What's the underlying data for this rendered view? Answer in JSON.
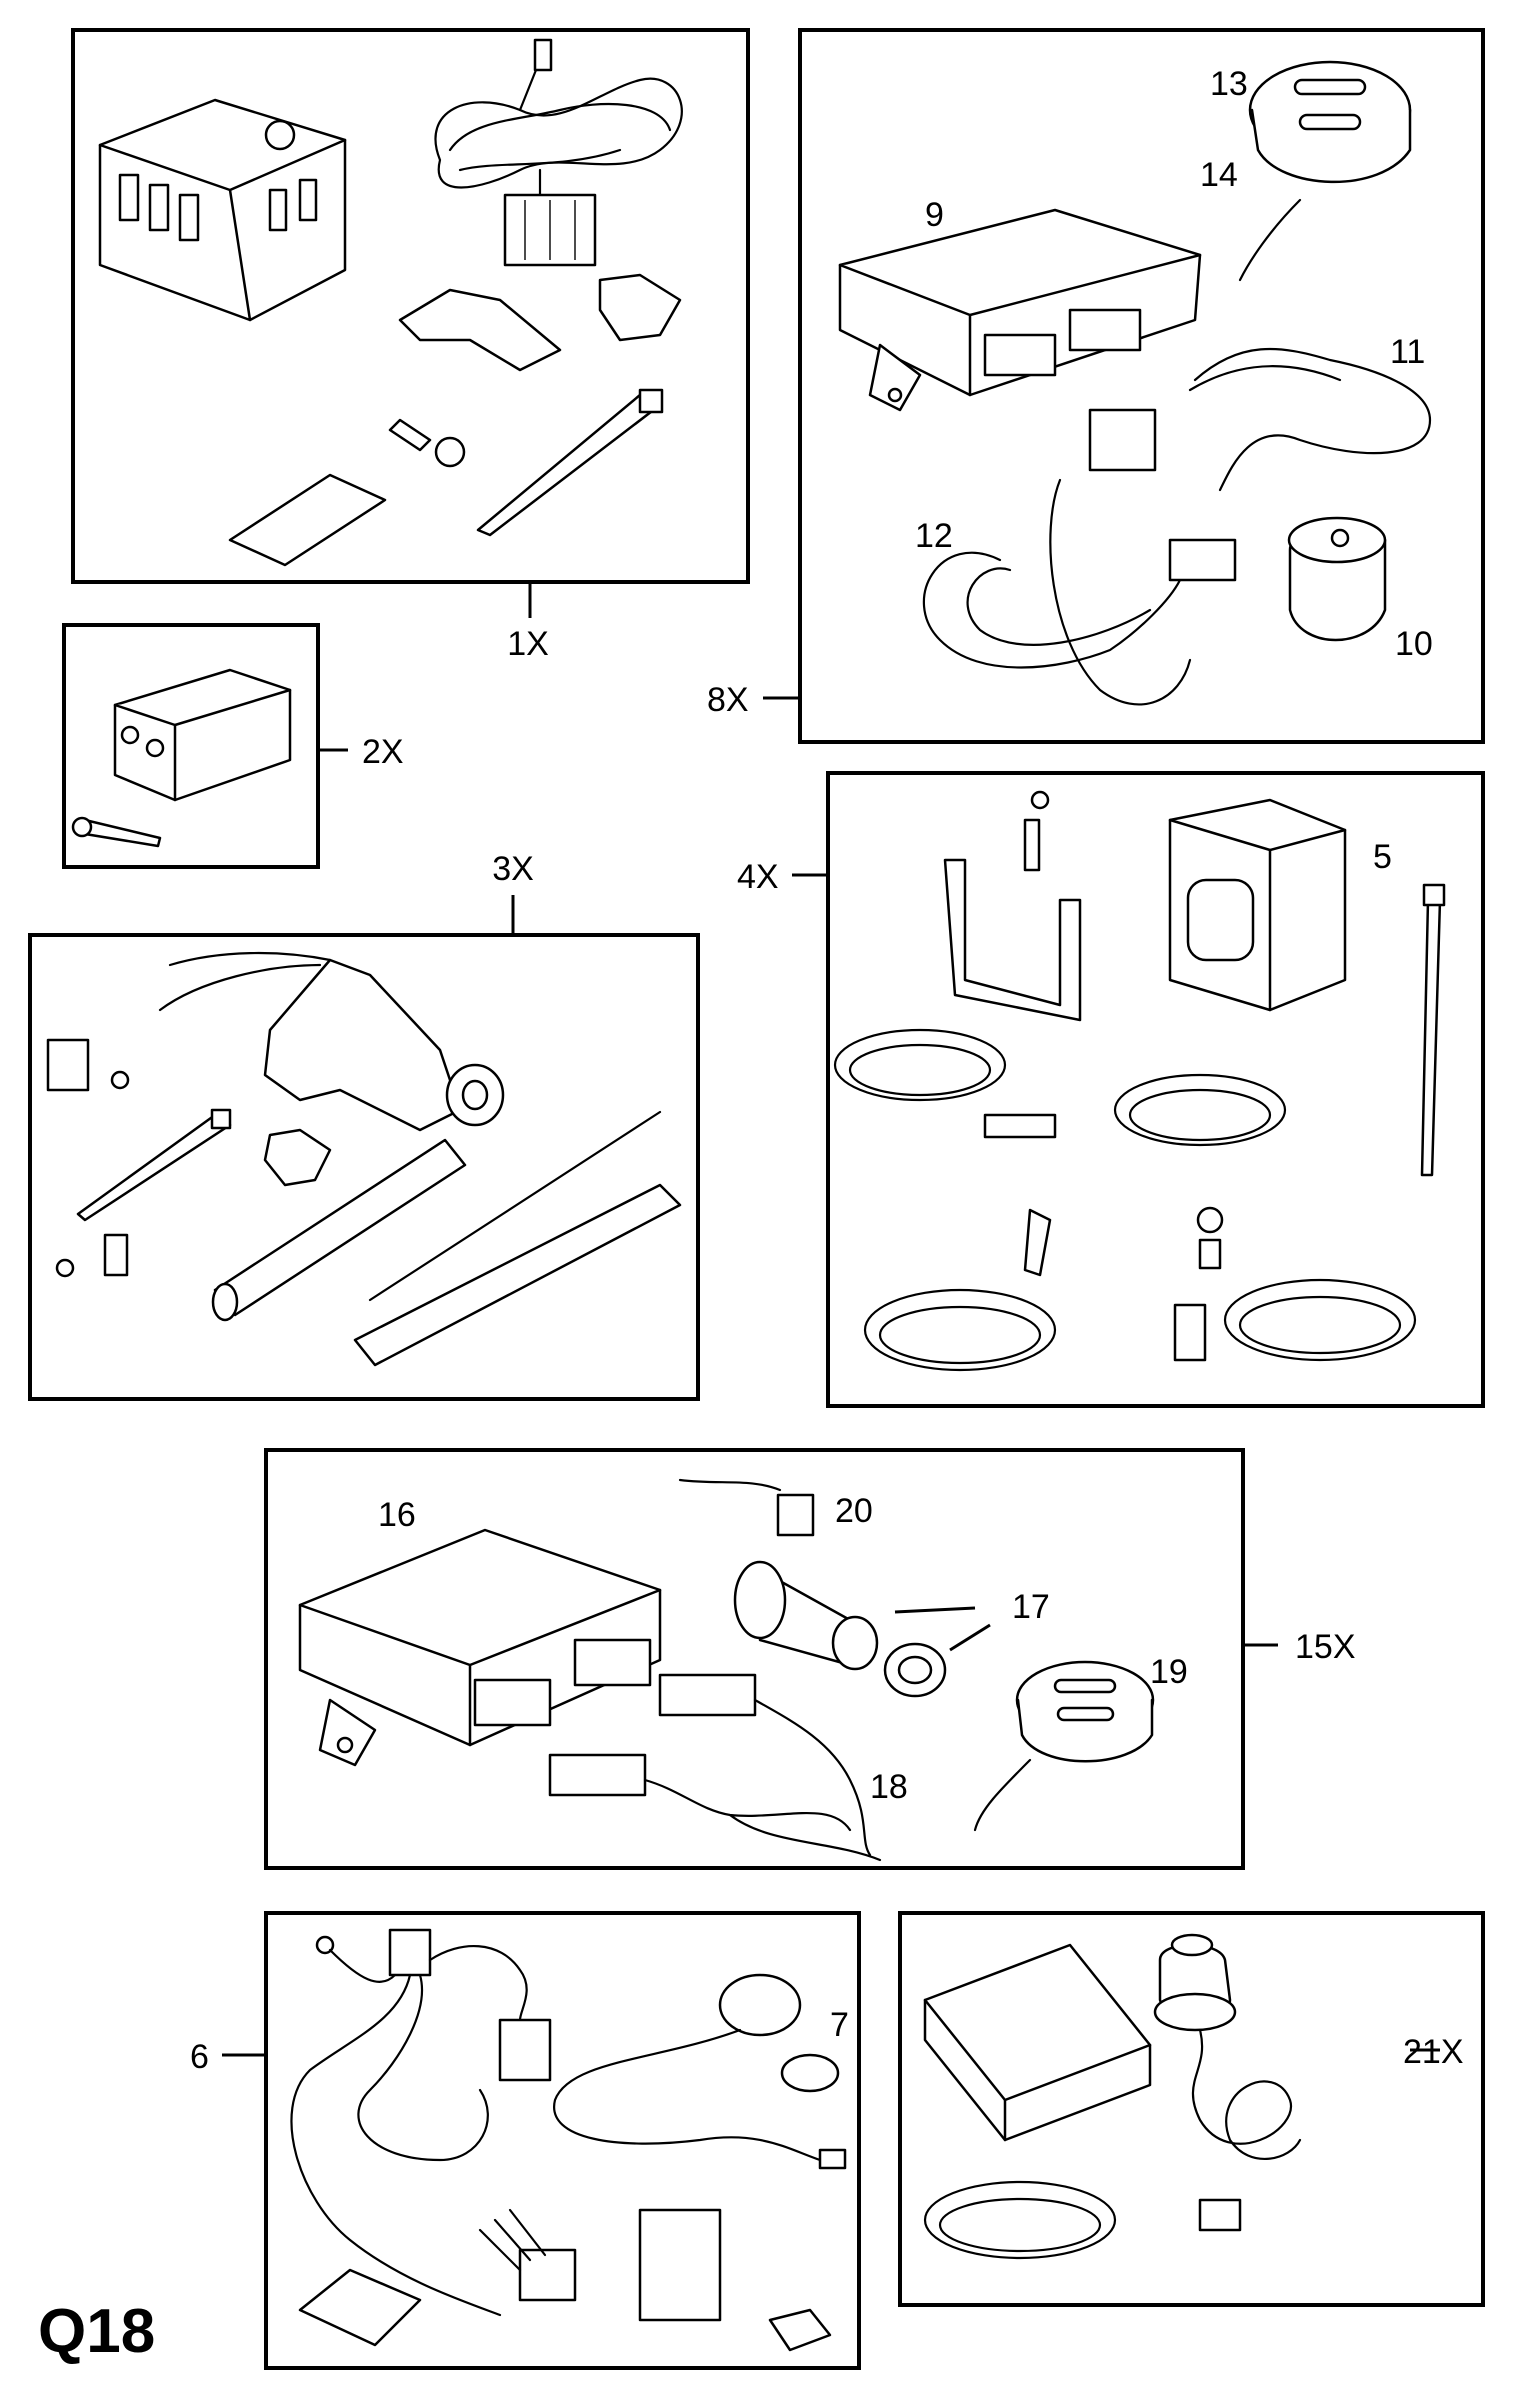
{
  "page_code": "Q18",
  "kits": [
    {
      "id": "kit-1x",
      "label": "1X"
    },
    {
      "id": "kit-2x",
      "label": "2X"
    },
    {
      "id": "kit-3x",
      "label": "3X"
    },
    {
      "id": "kit-4x",
      "label": "4X"
    },
    {
      "id": "kit-6",
      "label": "6"
    },
    {
      "id": "kit-8x",
      "label": "8X"
    },
    {
      "id": "kit-15x",
      "label": "15X"
    },
    {
      "id": "kit-21x",
      "label": "21X"
    }
  ],
  "parts": [
    {
      "id": "part-5",
      "label": "5"
    },
    {
      "id": "part-7",
      "label": "7"
    },
    {
      "id": "part-9",
      "label": "9"
    },
    {
      "id": "part-10",
      "label": "10"
    },
    {
      "id": "part-11",
      "label": "11"
    },
    {
      "id": "part-12",
      "label": "12"
    },
    {
      "id": "part-13",
      "label": "13"
    },
    {
      "id": "part-14",
      "label": "14"
    },
    {
      "id": "part-16",
      "label": "16"
    },
    {
      "id": "part-17",
      "label": "17"
    },
    {
      "id": "part-18",
      "label": "18"
    },
    {
      "id": "part-19",
      "label": "19"
    },
    {
      "id": "part-20",
      "label": "20"
    }
  ]
}
